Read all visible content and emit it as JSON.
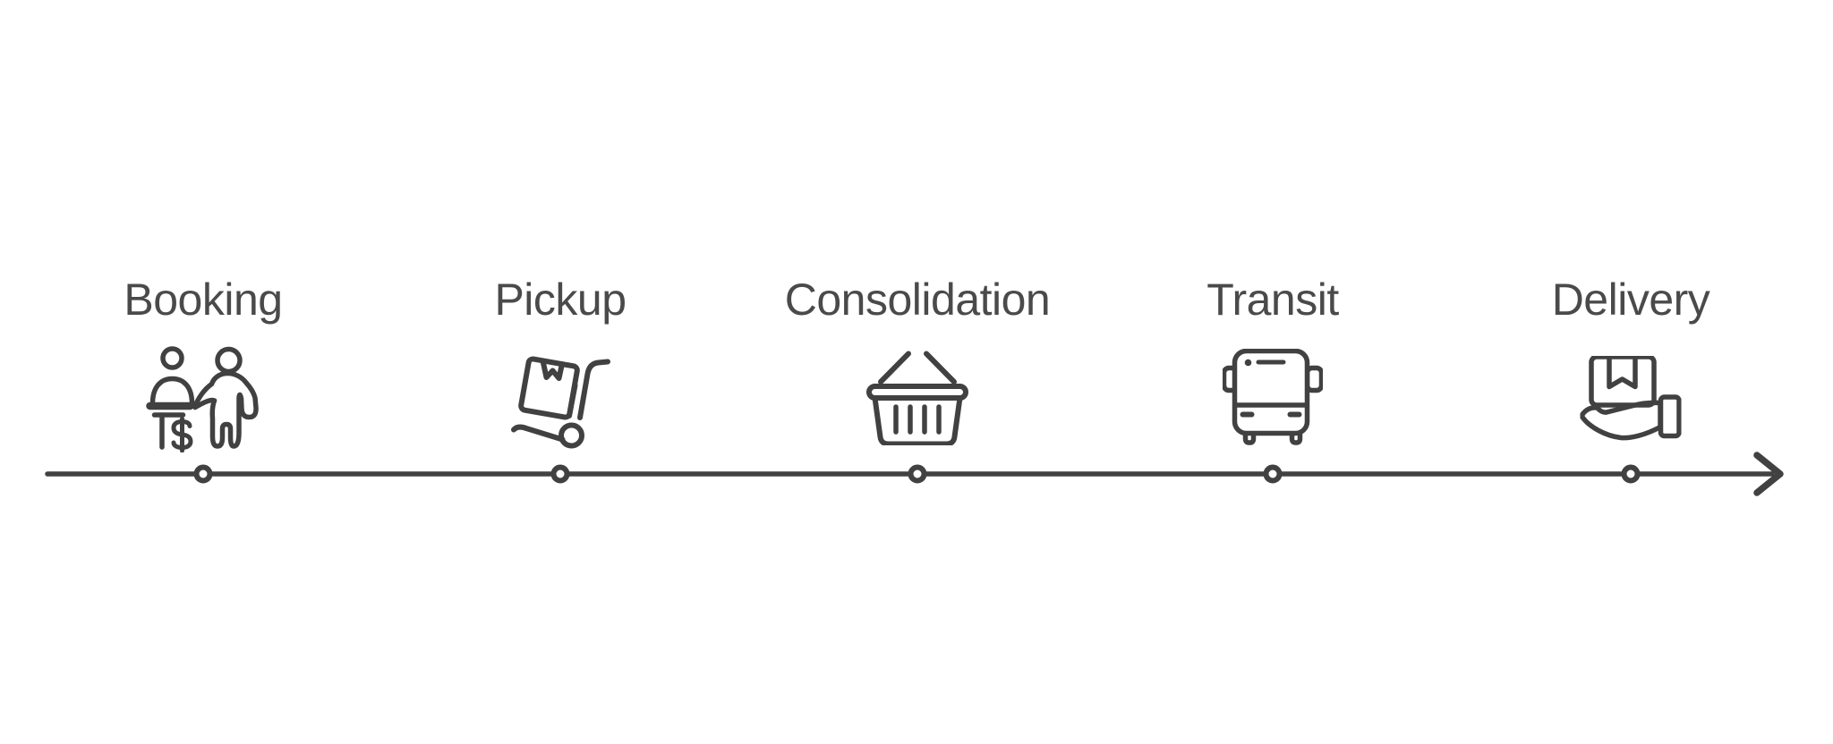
{
  "diagram": {
    "type": "horizontal-process-timeline",
    "direction": "left-to-right",
    "colors": {
      "background": "#ffffff",
      "stroke": "#414141",
      "text": "#4a4a4a"
    },
    "stages": [
      {
        "label": "Booking",
        "icon": "booking-clerk-customer-icon"
      },
      {
        "label": "Pickup",
        "icon": "hand-truck-package-icon"
      },
      {
        "label": "Consolidation",
        "icon": "shopping-basket-icon"
      },
      {
        "label": "Transit",
        "icon": "bus-front-icon"
      },
      {
        "label": "Delivery",
        "icon": "hand-holding-package-icon"
      }
    ]
  }
}
